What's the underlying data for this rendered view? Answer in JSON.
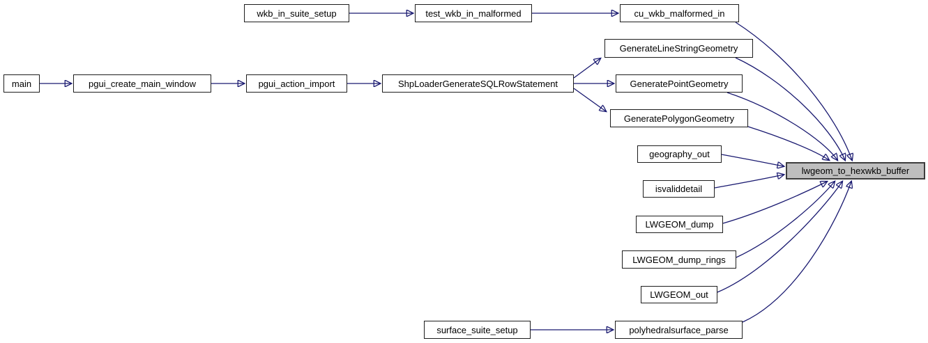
{
  "diagram": {
    "type": "call-graph",
    "direction": "left-to-right",
    "highlighted_node": "lwgeom_to_hexwkb_buffer",
    "colors": {
      "edge": "#191970",
      "node_fill": "#ffffff",
      "node_border": "#1c1c1c",
      "highlight_fill": "#bebebe",
      "highlight_border": "#3d3d3d",
      "text": "#000000",
      "background": "#ffffff"
    },
    "nodes": [
      {
        "id": "wkb_in_suite_setup",
        "label": "wkb_in_suite_setup"
      },
      {
        "id": "test_wkb_in_malformed",
        "label": "test_wkb_in_malformed"
      },
      {
        "id": "cu_wkb_malformed_in",
        "label": "cu_wkb_malformed_in"
      },
      {
        "id": "GenerateLineStringGeometry",
        "label": "GenerateLineStringGeometry"
      },
      {
        "id": "main",
        "label": "main"
      },
      {
        "id": "pgui_create_main_window",
        "label": "pgui_create_main_window"
      },
      {
        "id": "pgui_action_import",
        "label": "pgui_action_import"
      },
      {
        "id": "ShpLoaderGenerateSQLRowStatement",
        "label": "ShpLoaderGenerateSQLRowStatement"
      },
      {
        "id": "GeneratePointGeometry",
        "label": "GeneratePointGeometry"
      },
      {
        "id": "GeneratePolygonGeometry",
        "label": "GeneratePolygonGeometry"
      },
      {
        "id": "geography_out",
        "label": "geography_out"
      },
      {
        "id": "lwgeom_to_hexwkb_buffer",
        "label": "lwgeom_to_hexwkb_buffer"
      },
      {
        "id": "isvaliddetail",
        "label": "isvaliddetail"
      },
      {
        "id": "LWGEOM_dump",
        "label": "LWGEOM_dump"
      },
      {
        "id": "LWGEOM_dump_rings",
        "label": "LWGEOM_dump_rings"
      },
      {
        "id": "LWGEOM_out",
        "label": "LWGEOM_out"
      },
      {
        "id": "surface_suite_setup",
        "label": "surface_suite_setup"
      },
      {
        "id": "polyhedralsurface_parse",
        "label": "polyhedralsurface_parse"
      }
    ],
    "edges": [
      {
        "from": "wkb_in_suite_setup",
        "to": "test_wkb_in_malformed"
      },
      {
        "from": "test_wkb_in_malformed",
        "to": "cu_wkb_malformed_in"
      },
      {
        "from": "cu_wkb_malformed_in",
        "to": "lwgeom_to_hexwkb_buffer"
      },
      {
        "from": "main",
        "to": "pgui_create_main_window"
      },
      {
        "from": "pgui_create_main_window",
        "to": "pgui_action_import"
      },
      {
        "from": "pgui_action_import",
        "to": "ShpLoaderGenerateSQLRowStatement"
      },
      {
        "from": "ShpLoaderGenerateSQLRowStatement",
        "to": "GenerateLineStringGeometry"
      },
      {
        "from": "ShpLoaderGenerateSQLRowStatement",
        "to": "GeneratePointGeometry"
      },
      {
        "from": "ShpLoaderGenerateSQLRowStatement",
        "to": "GeneratePolygonGeometry"
      },
      {
        "from": "GenerateLineStringGeometry",
        "to": "lwgeom_to_hexwkb_buffer"
      },
      {
        "from": "GeneratePointGeometry",
        "to": "lwgeom_to_hexwkb_buffer"
      },
      {
        "from": "GeneratePolygonGeometry",
        "to": "lwgeom_to_hexwkb_buffer"
      },
      {
        "from": "geography_out",
        "to": "lwgeom_to_hexwkb_buffer"
      },
      {
        "from": "isvaliddetail",
        "to": "lwgeom_to_hexwkb_buffer"
      },
      {
        "from": "LWGEOM_dump",
        "to": "lwgeom_to_hexwkb_buffer"
      },
      {
        "from": "LWGEOM_dump_rings",
        "to": "lwgeom_to_hexwkb_buffer"
      },
      {
        "from": "LWGEOM_out",
        "to": "lwgeom_to_hexwkb_buffer"
      },
      {
        "from": "surface_suite_setup",
        "to": "polyhedralsurface_parse"
      },
      {
        "from": "polyhedralsurface_parse",
        "to": "lwgeom_to_hexwkb_buffer"
      }
    ]
  }
}
